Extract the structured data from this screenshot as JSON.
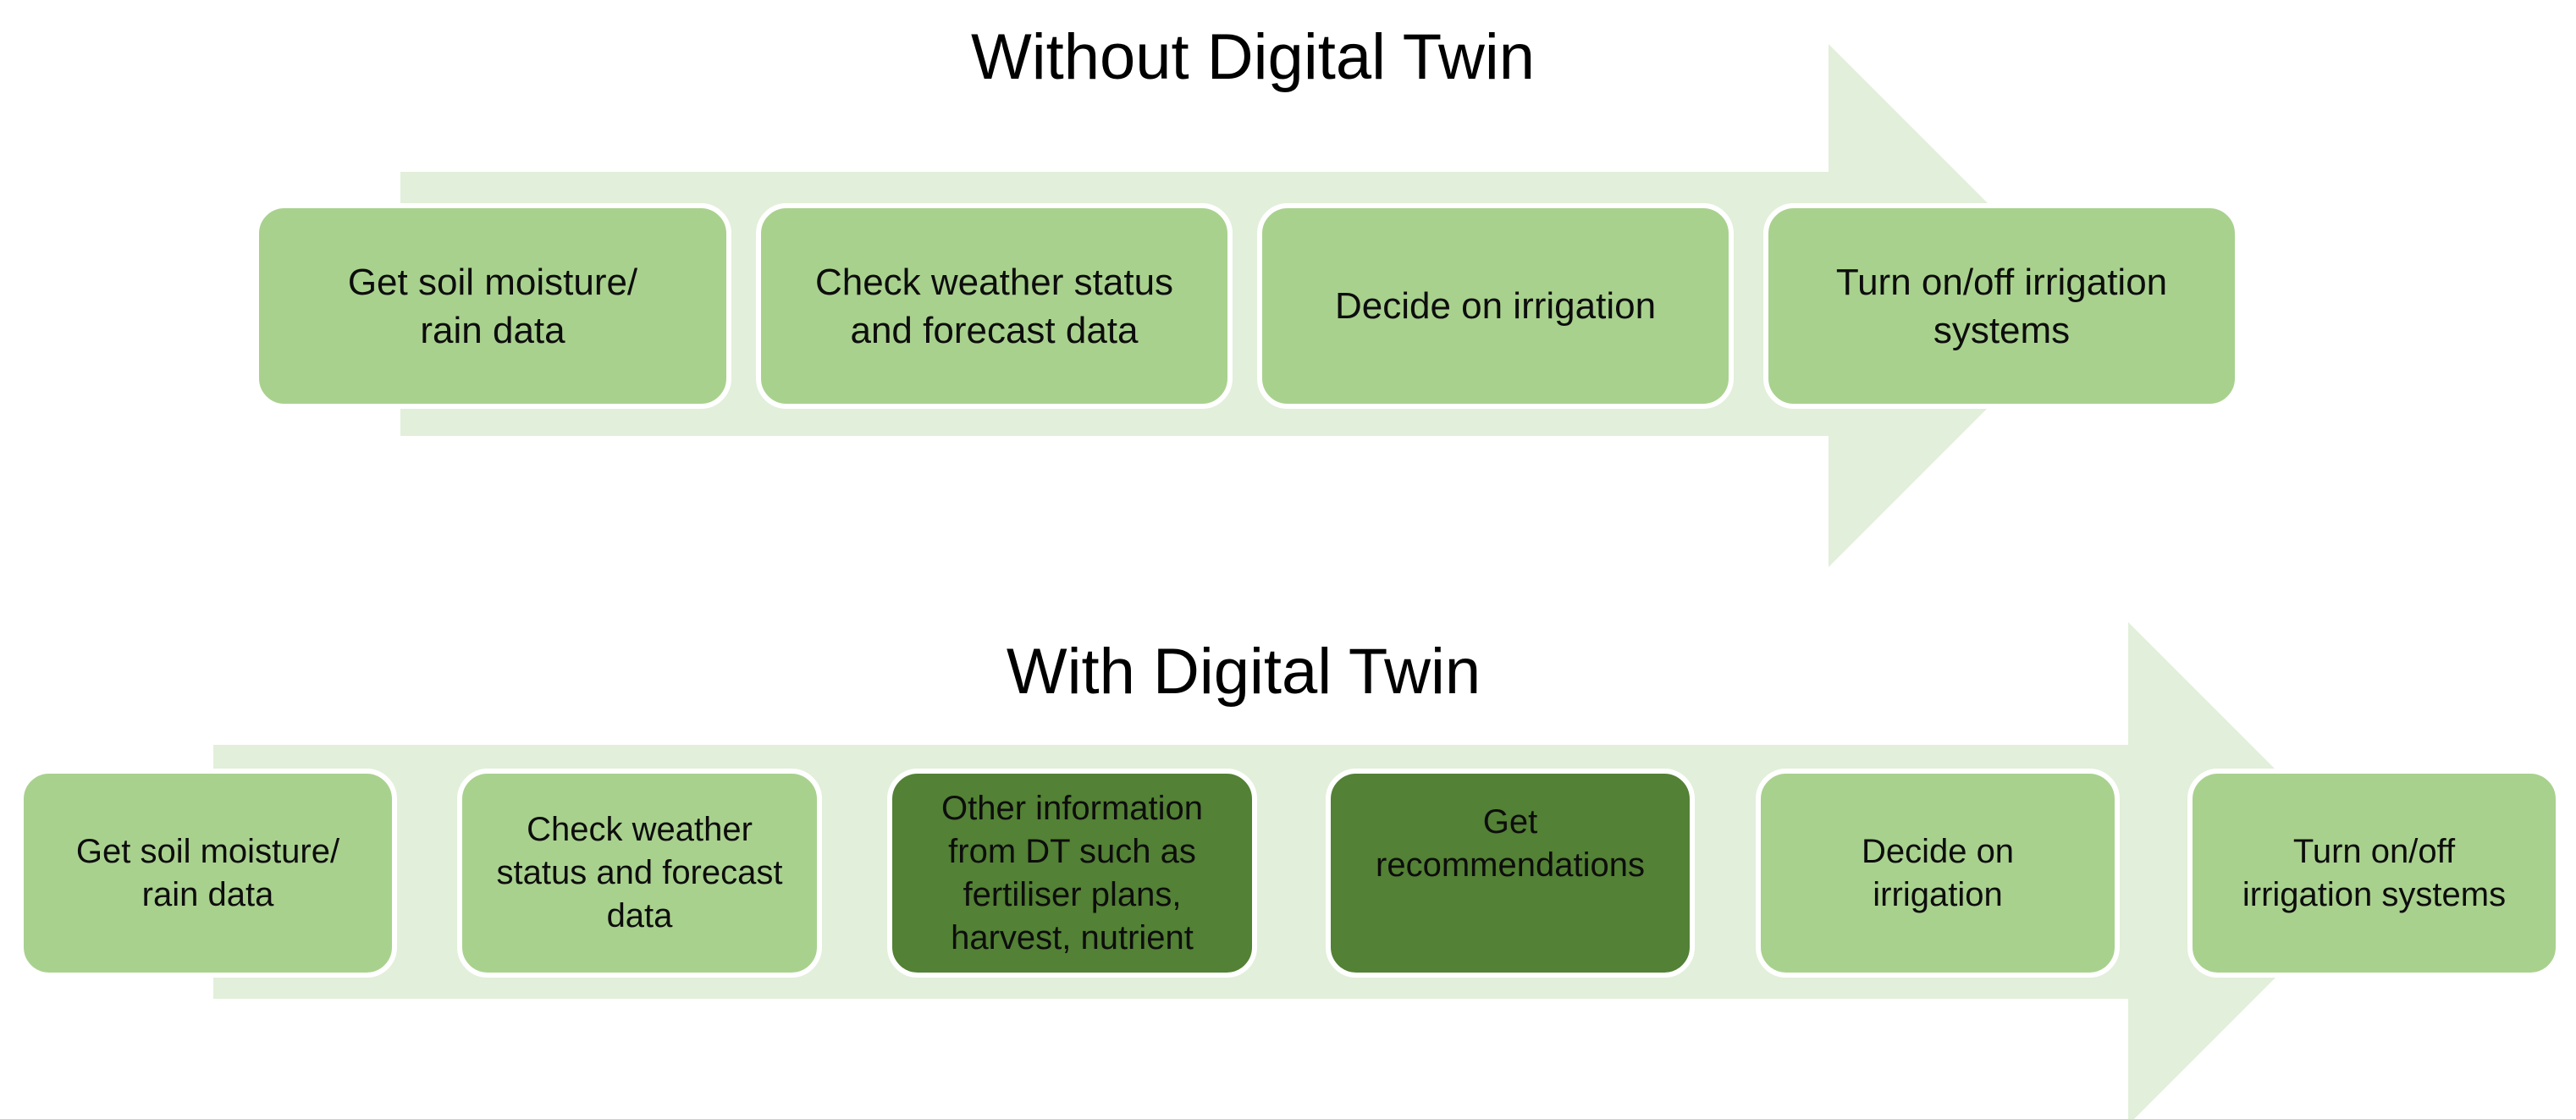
{
  "background": "#ffffff",
  "colors": {
    "step_fill": "#a9d18e",
    "step_fill_highlight": "#538135",
    "arrow_fill": "#e2efda",
    "step_outline": "#ffffff",
    "step_text": "#0d0d0d",
    "title_text": "#000000"
  },
  "diagrams": [
    {
      "id": "without-digital-twin",
      "title": "Without Digital Twin",
      "arrow_direction": "right",
      "steps": [
        {
          "lines": [
            "Get soil moisture/",
            "rain data"
          ],
          "highlight": false
        },
        {
          "lines": [
            "Check weather status",
            "and forecast data"
          ],
          "highlight": false
        },
        {
          "lines": [
            "Decide on irrigation"
          ],
          "highlight": false
        },
        {
          "lines": [
            "Turn on/off irrigation",
            "systems"
          ],
          "highlight": false
        }
      ]
    },
    {
      "id": "with-digital-twin",
      "title": "With Digital Twin",
      "arrow_direction": "right",
      "steps": [
        {
          "lines": [
            "Get soil moisture/",
            "rain data"
          ],
          "highlight": false
        },
        {
          "lines": [
            "Check weather",
            "status and forecast",
            "data"
          ],
          "highlight": false
        },
        {
          "lines": [
            "Other information",
            "from DT such as",
            "fertiliser plans,",
            "harvest, nutrient"
          ],
          "highlight": true
        },
        {
          "lines": [
            "Get",
            "recommendations"
          ],
          "highlight": true
        },
        {
          "lines": [
            "Decide on",
            "irrigation"
          ],
          "highlight": false
        },
        {
          "lines": [
            "Turn on/off",
            "irrigation systems"
          ],
          "highlight": false
        }
      ]
    }
  ]
}
